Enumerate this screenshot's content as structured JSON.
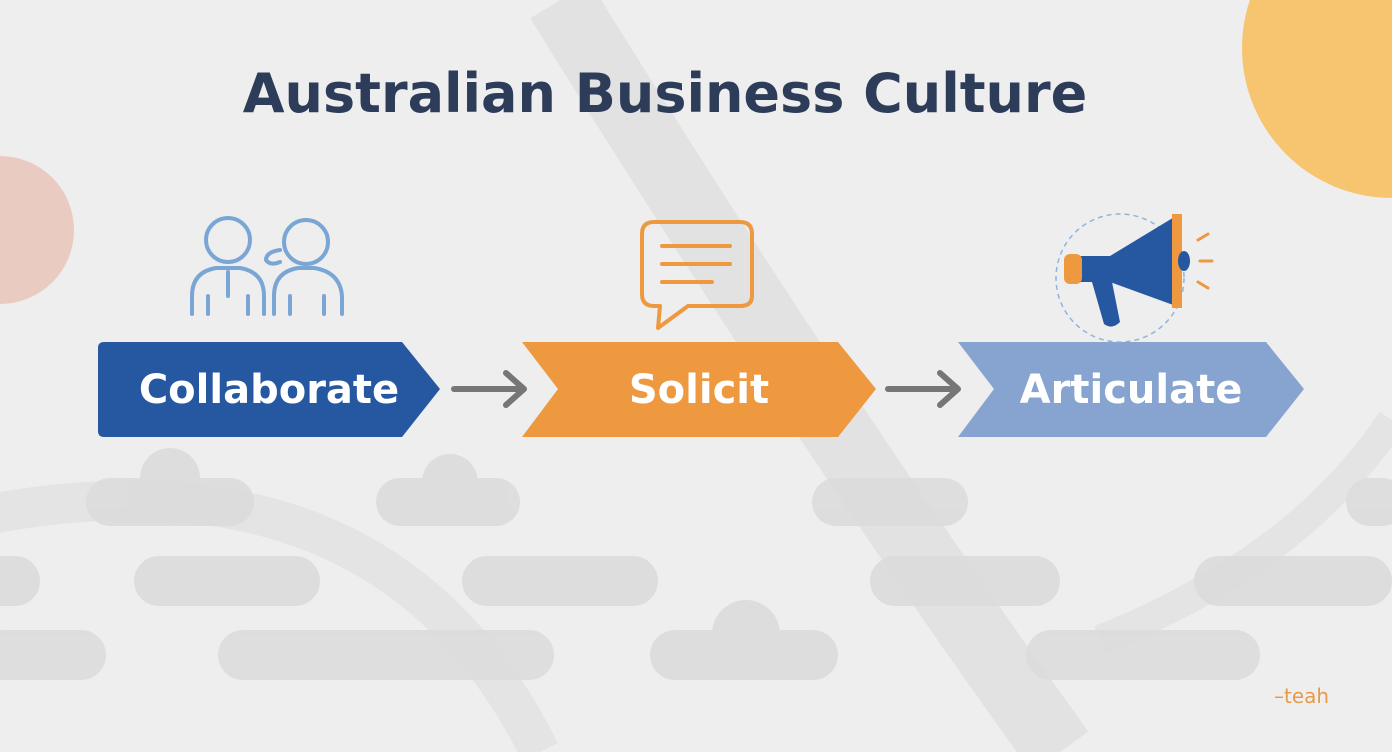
{
  "title": "Australian Business Culture",
  "steps": [
    {
      "label": "Collaborate",
      "color": "#2558a0",
      "icon": "people-talking-icon"
    },
    {
      "label": "Solicit",
      "color": "#ee9840",
      "icon": "chat-bubble-icon"
    },
    {
      "label": "Articulate",
      "color": "#86a4cf",
      "icon": "megaphone-icon"
    }
  ],
  "watermark": "–teah",
  "colors": {
    "background": "#eeeeee",
    "title": "#2d3c59",
    "arrow": "#767676",
    "accent_yellow": "#f7c56f",
    "accent_pink": "#eacbc2"
  }
}
